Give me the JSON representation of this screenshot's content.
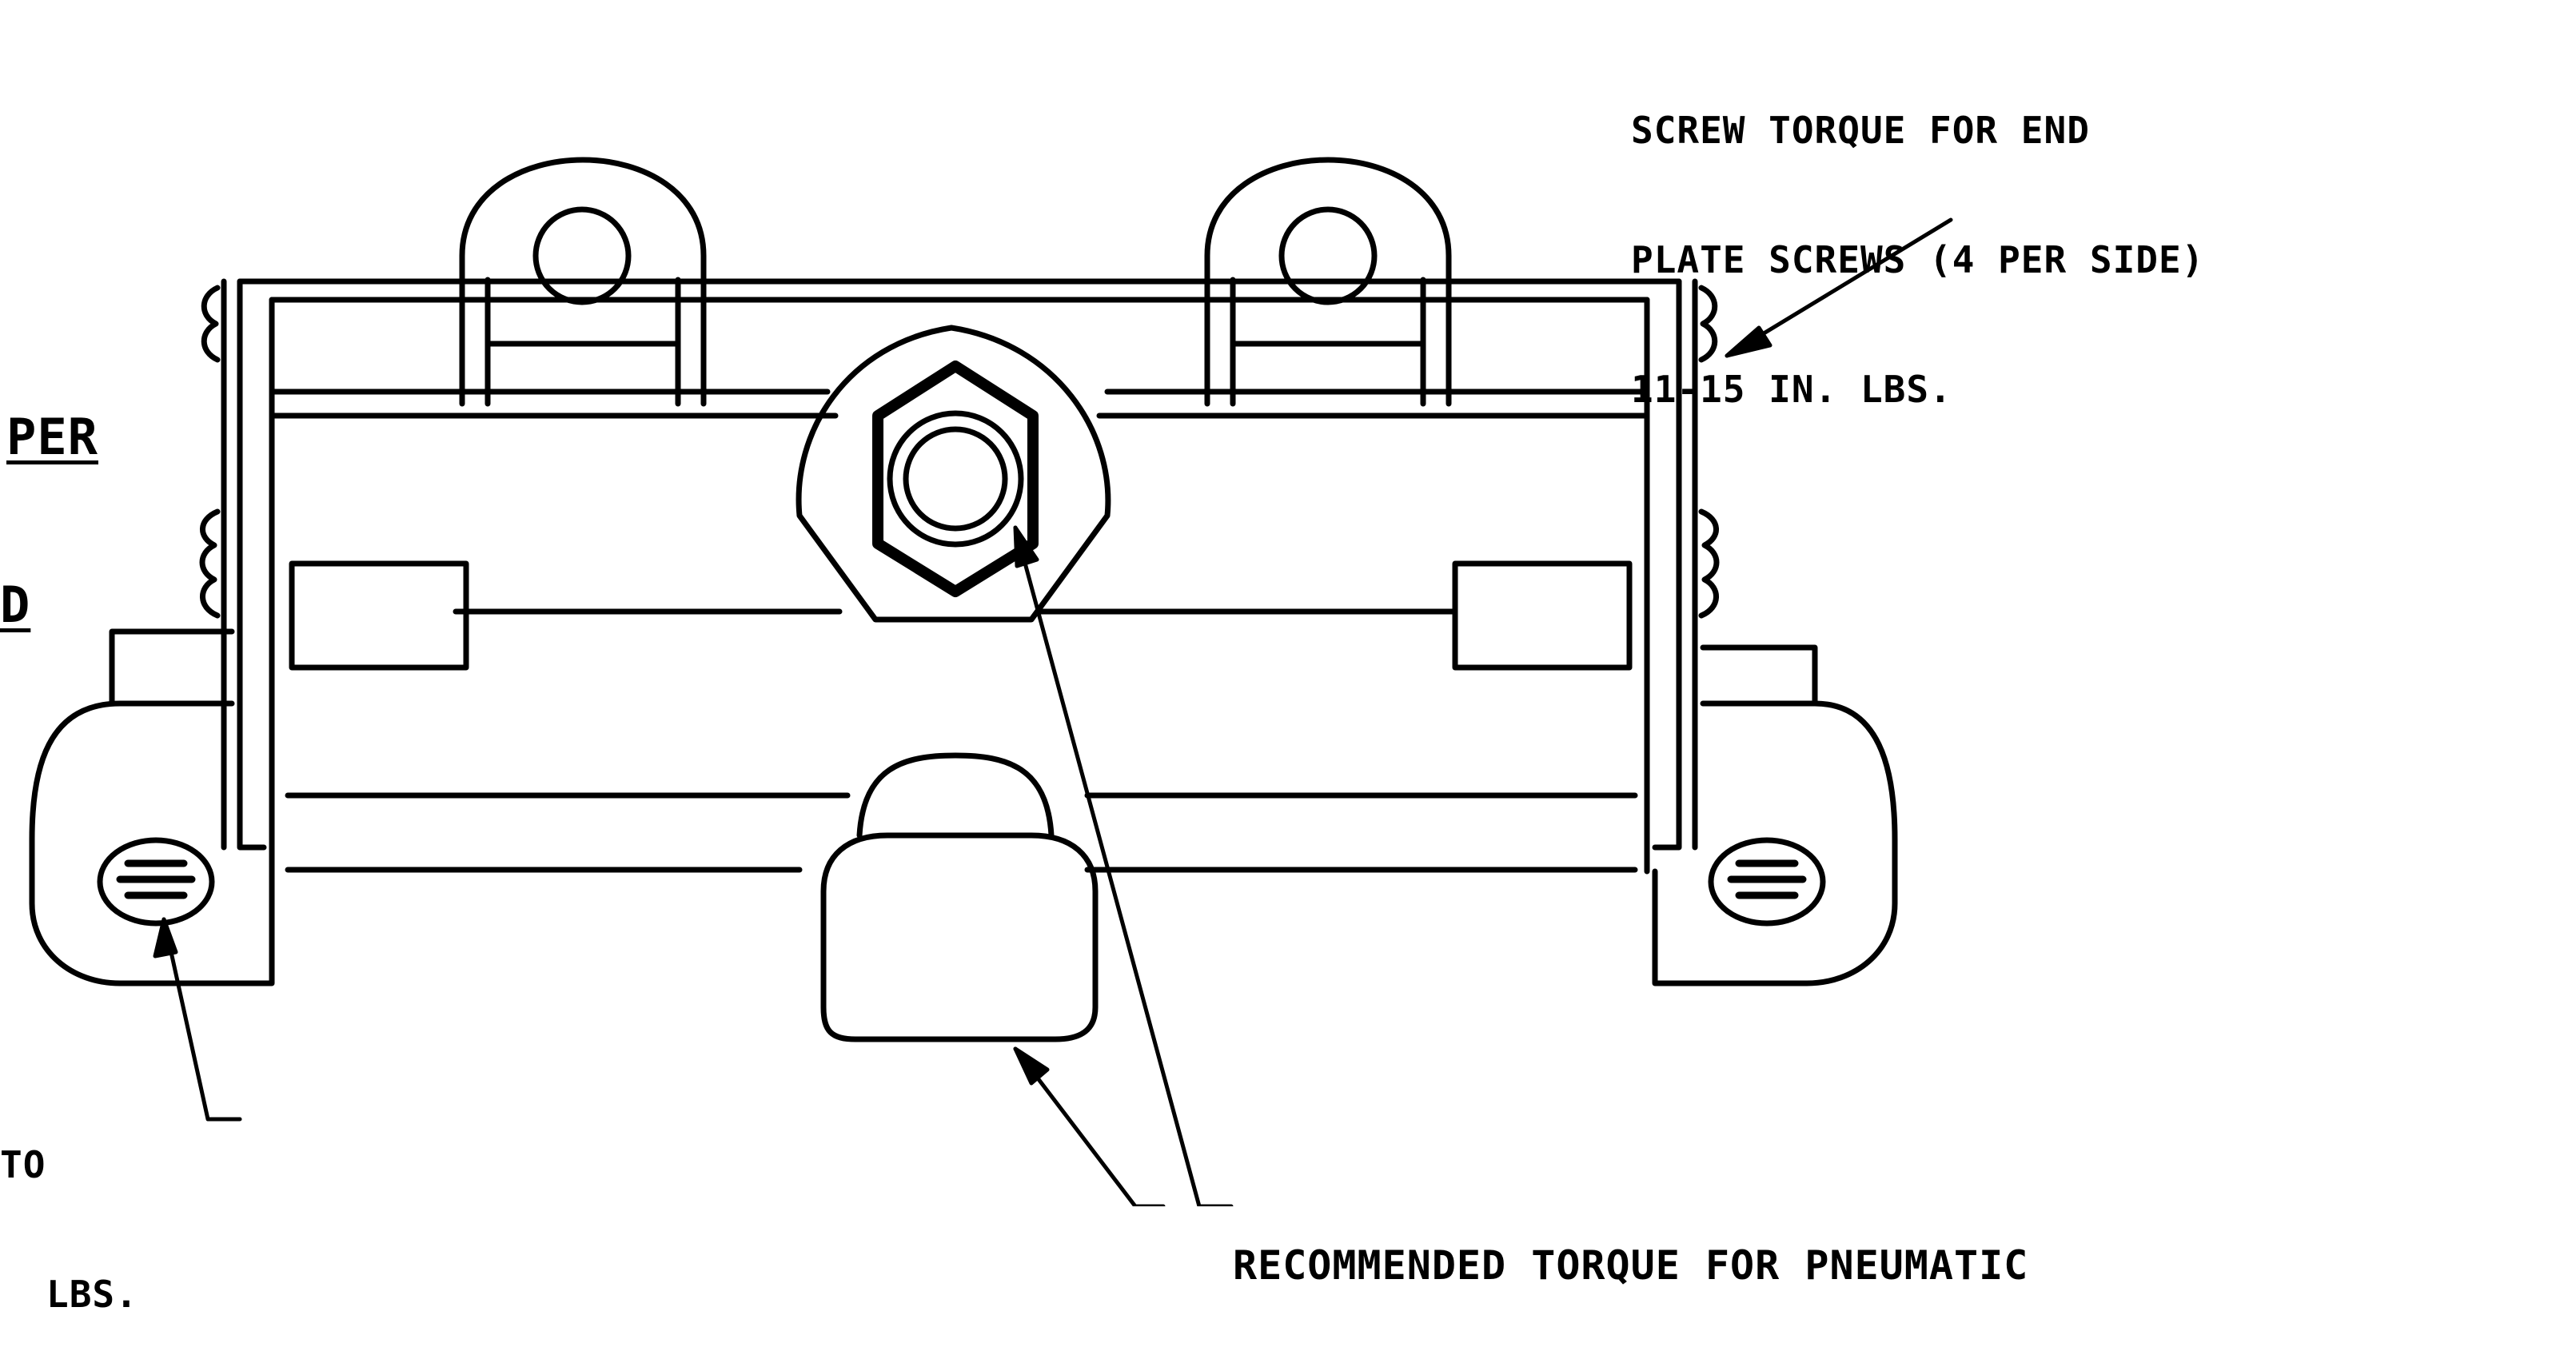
{
  "colors": {
    "ink": "#000000",
    "paper": "#ffffff"
  },
  "callouts": {
    "top_right": {
      "line1": "SCREW TORQUE FOR END",
      "line2": "PLATE SCREWS (4 PER SIDE)",
      "line3": "11-15 IN. LBS."
    },
    "left_top": {
      "line1": "PER",
      "line2": "D"
    },
    "left_bottom": {
      "line1": "TO",
      "line2": "LBS."
    },
    "bottom": {
      "line1": "RECOMMENDED TORQUE FOR PNEUMATIC"
    }
  }
}
